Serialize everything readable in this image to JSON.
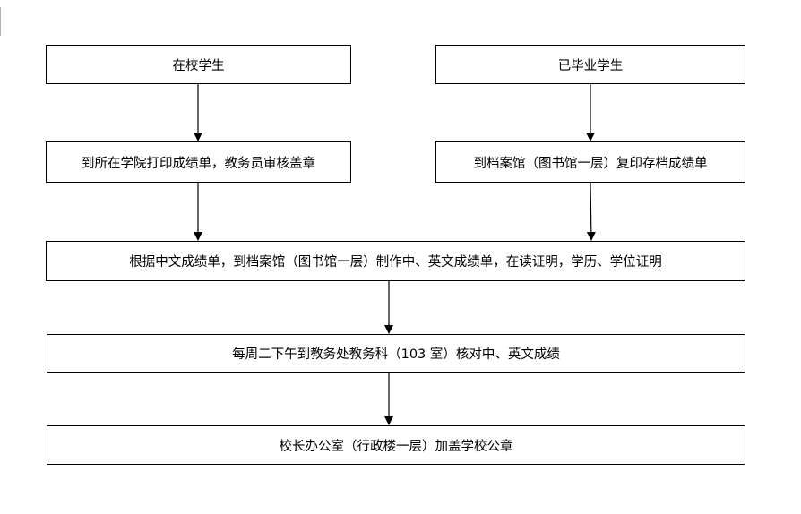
{
  "flow": {
    "current_student": "在校学生",
    "graduated_student": "已毕业学生",
    "step_current": "到所在学院打印成绩单，教务员审核盖章",
    "step_graduated": "到档案馆（图书馆一层）复印存档成绩单",
    "step_make_transcript": "根据中文成绩单，到档案馆（图书馆一层）制作中、英文成绩单，在读证明，学历、学位证明",
    "step_verify": "每周二下午到教务处教务科（103 室）核对中、英文成绩",
    "step_stamp": "校长办公室（行政楼一层）加盖学校公章"
  }
}
